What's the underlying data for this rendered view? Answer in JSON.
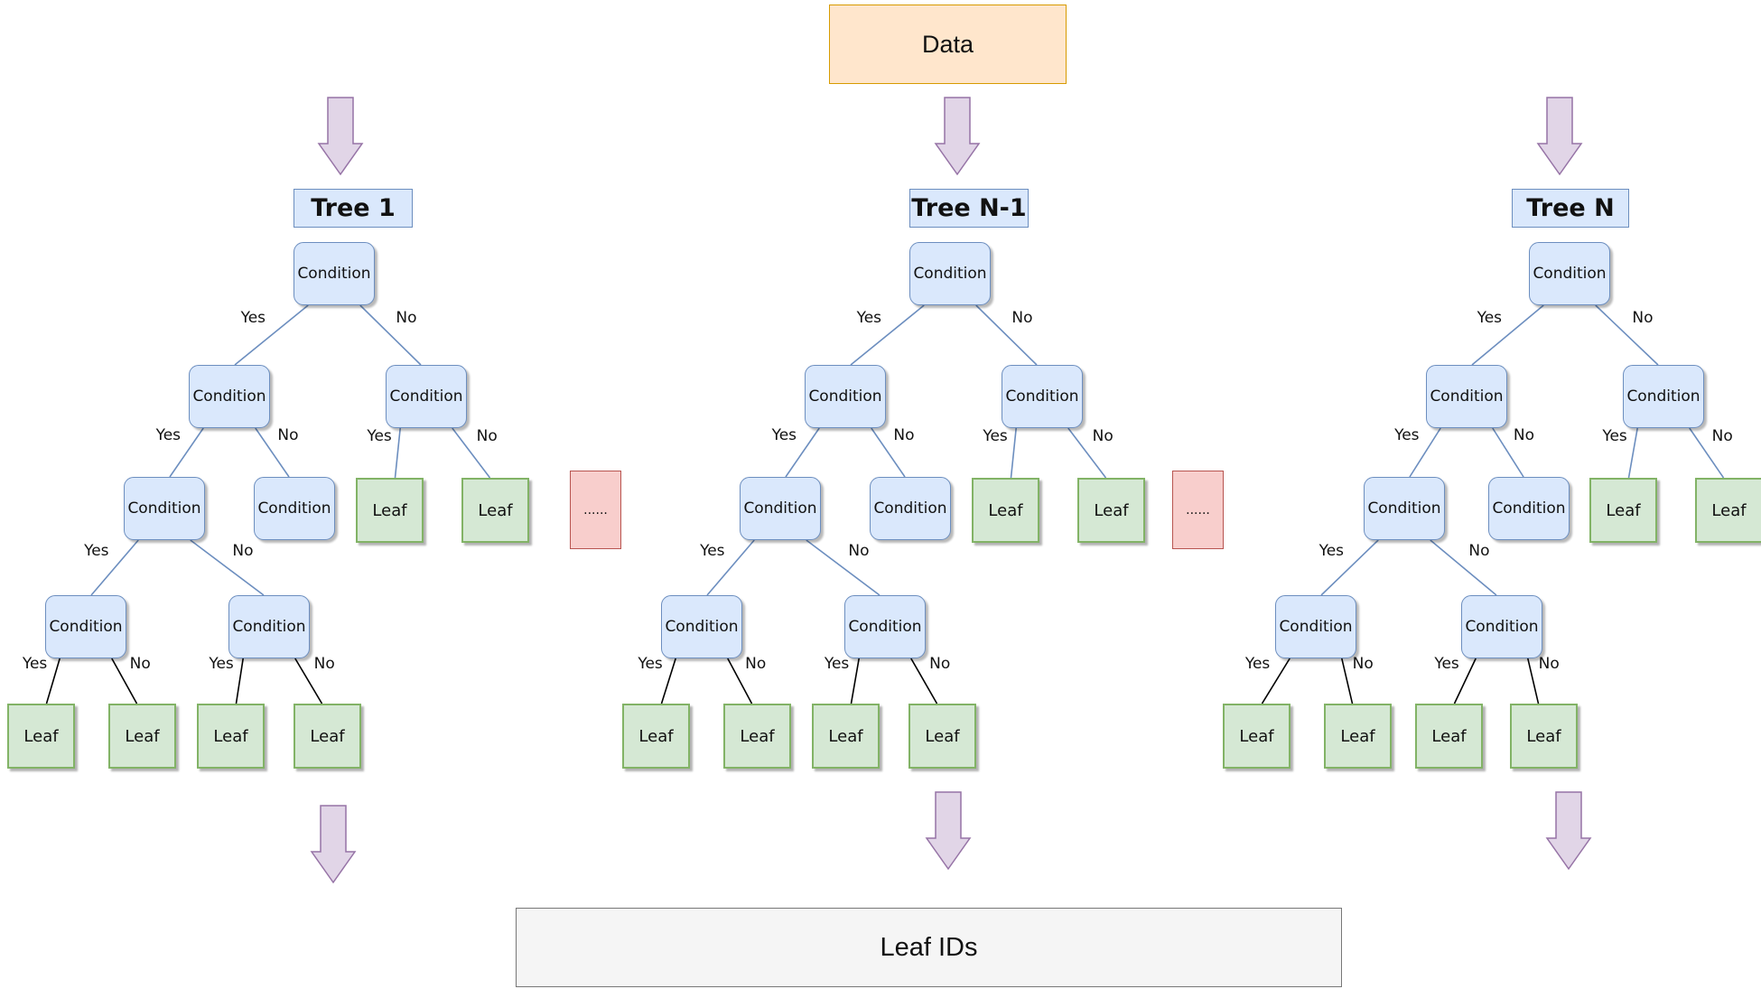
{
  "input_label": "Data",
  "output_label": "Leaf IDs",
  "ellipsis_text": "......",
  "node_labels": {
    "condition": "Condition",
    "leaf": "Leaf"
  },
  "edge_labels": {
    "yes": "Yes",
    "no": "No"
  },
  "trees": [
    {
      "id": "tree-1",
      "title": "Tree 1"
    },
    {
      "id": "tree-n-minus-1",
      "title": "Tree N-1"
    },
    {
      "id": "tree-n",
      "title": "Tree N"
    }
  ],
  "colors": {
    "condition_fill": "#dae8fc",
    "condition_stroke": "#6c8ebf",
    "leaf_fill": "#d5e8d4",
    "leaf_stroke": "#82b366",
    "data_fill": "#ffe6cc",
    "data_stroke": "#d79b00",
    "ellipsis_fill": "#f8cecc",
    "ellipsis_stroke": "#b85450",
    "output_fill": "#f5f5f5",
    "output_stroke": "#777777",
    "arrow_fill": "#e1d5e7",
    "arrow_stroke": "#9673a6",
    "edge_upper": "#6c8ebf",
    "edge_lower": "#000000"
  }
}
